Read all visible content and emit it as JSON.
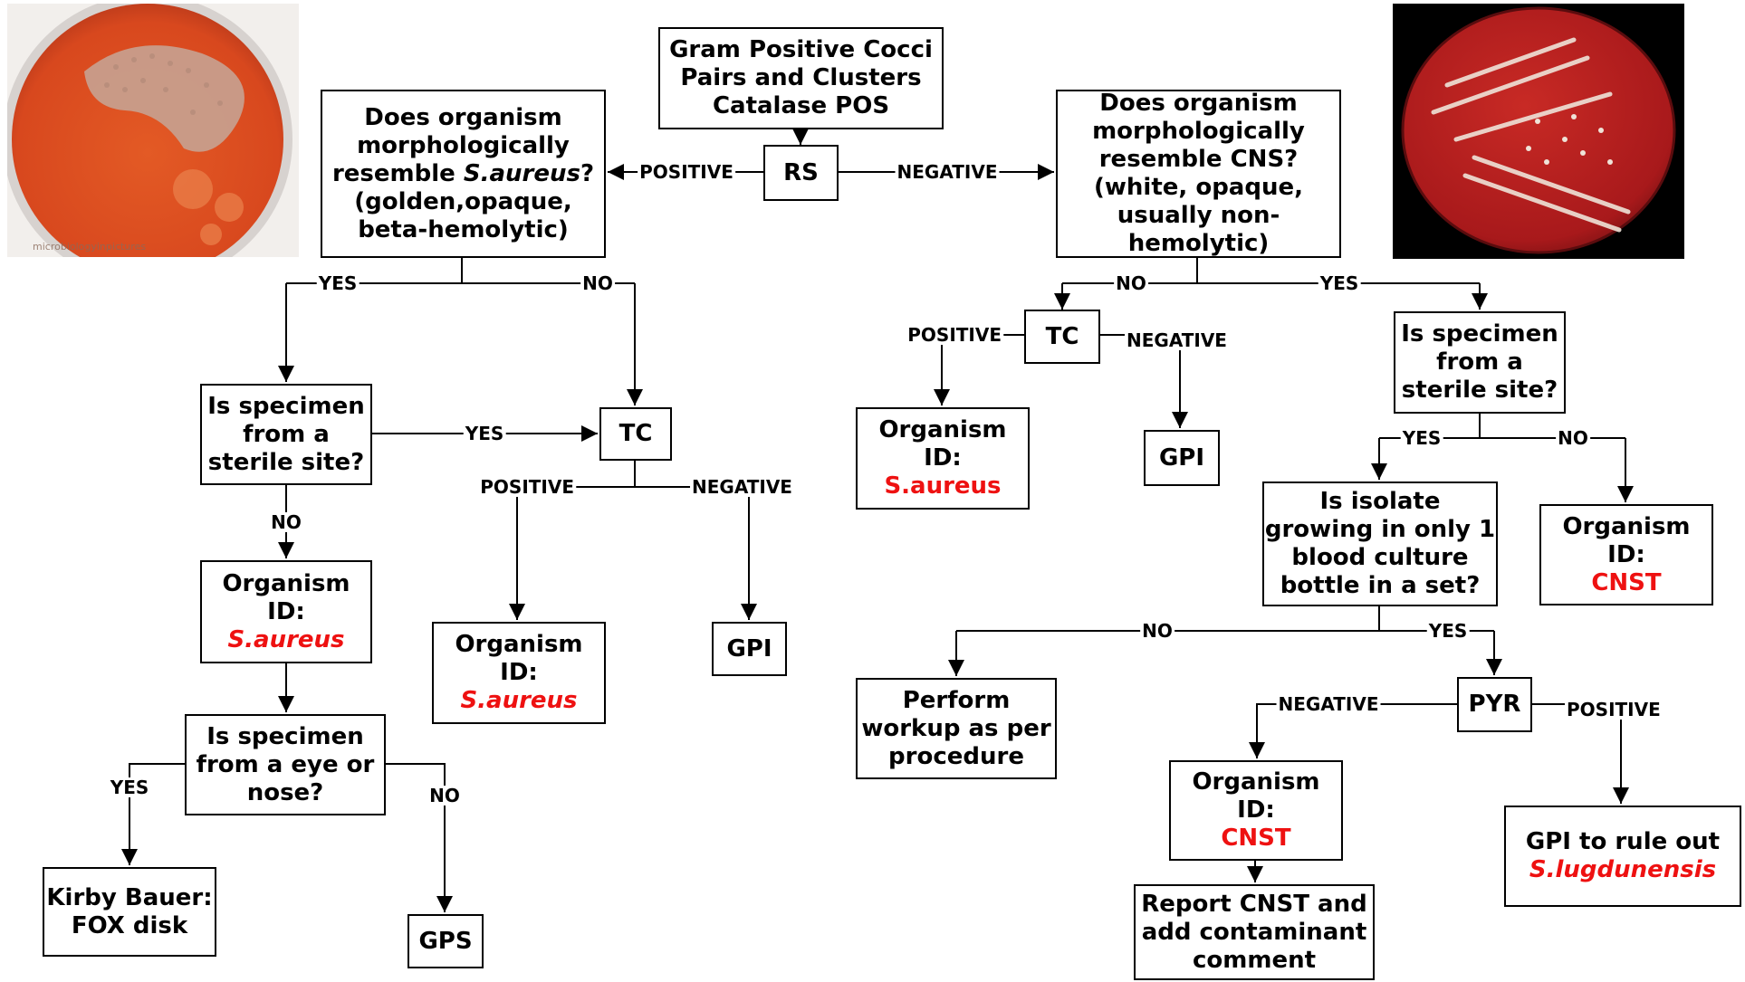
{
  "nodes": {
    "start": {
      "lines": [
        "Gram Positive Cocci",
        "Pairs and Clusters",
        "Catalase POS"
      ]
    },
    "rs": {
      "text": "RS"
    },
    "aureus_q": {
      "lines": [
        "Does organism",
        "morphologically",
        "resemble",
        "S.aureus",
        "?",
        "(golden,opaque,",
        "beta-hemolytic)"
      ]
    },
    "cns_q": {
      "lines": [
        "Does organism",
        "morphologically",
        "resemble CNS?",
        "(white, opaque,",
        "usually non-",
        "hemolytic)"
      ]
    },
    "sterile_left": {
      "lines": [
        "Is specimen",
        "from a",
        "sterile site?"
      ]
    },
    "tc_left": {
      "text": "TC"
    },
    "id_left_1": {
      "lines": [
        "Organism",
        "ID:",
        "S.aureus"
      ]
    },
    "id_left_2": {
      "lines": [
        "Organism",
        "ID:",
        "S.aureus"
      ]
    },
    "gpi_left": {
      "text": "GPI"
    },
    "eye_nose": {
      "lines": [
        "Is specimen",
        "from a eye or",
        "nose?"
      ]
    },
    "kirby": {
      "lines": [
        "Kirby Bauer:",
        "FOX disk"
      ]
    },
    "gps": {
      "text": "GPS"
    },
    "tc_right": {
      "text": "TC"
    },
    "id_right_aureus": {
      "lines": [
        "Organism",
        "ID:",
        "S.aureus"
      ]
    },
    "gpi_right": {
      "text": "GPI"
    },
    "sterile_right": {
      "lines": [
        "Is specimen",
        "from a",
        "sterile site?"
      ]
    },
    "isolate_q": {
      "lines": [
        "Is isolate",
        "growing in only 1",
        "blood culture",
        "bottle in a set?"
      ]
    },
    "id_cnst_right": {
      "lines": [
        "Organism",
        "ID:",
        "CNST"
      ]
    },
    "workup": {
      "lines": [
        "Perform",
        "workup as per",
        "procedure"
      ]
    },
    "pyr": {
      "text": "PYR"
    },
    "id_cnst_mid": {
      "lines": [
        "Organism",
        "ID:",
        "CNST"
      ]
    },
    "report": {
      "lines": [
        "Report CNST and",
        "add contaminant",
        "comment"
      ]
    },
    "gpi_lug": {
      "lines": [
        "GPI to rule out",
        "S.lugdunensis"
      ]
    }
  },
  "labels": {
    "positive": "POSITIVE",
    "negative": "NEGATIVE",
    "yes": "YES",
    "no": "NO"
  },
  "photos": {
    "left_plate": {
      "caption": "microbiologyinpictures",
      "agar_color": "#d8481e",
      "colony_color": "#c9a894"
    },
    "right_plate": {
      "agar_color": "#a8191b",
      "colony_color": "#efe3d8",
      "background": "#000000"
    }
  },
  "colors": {
    "highlight_text": "#ee1111",
    "line": "#000000"
  }
}
